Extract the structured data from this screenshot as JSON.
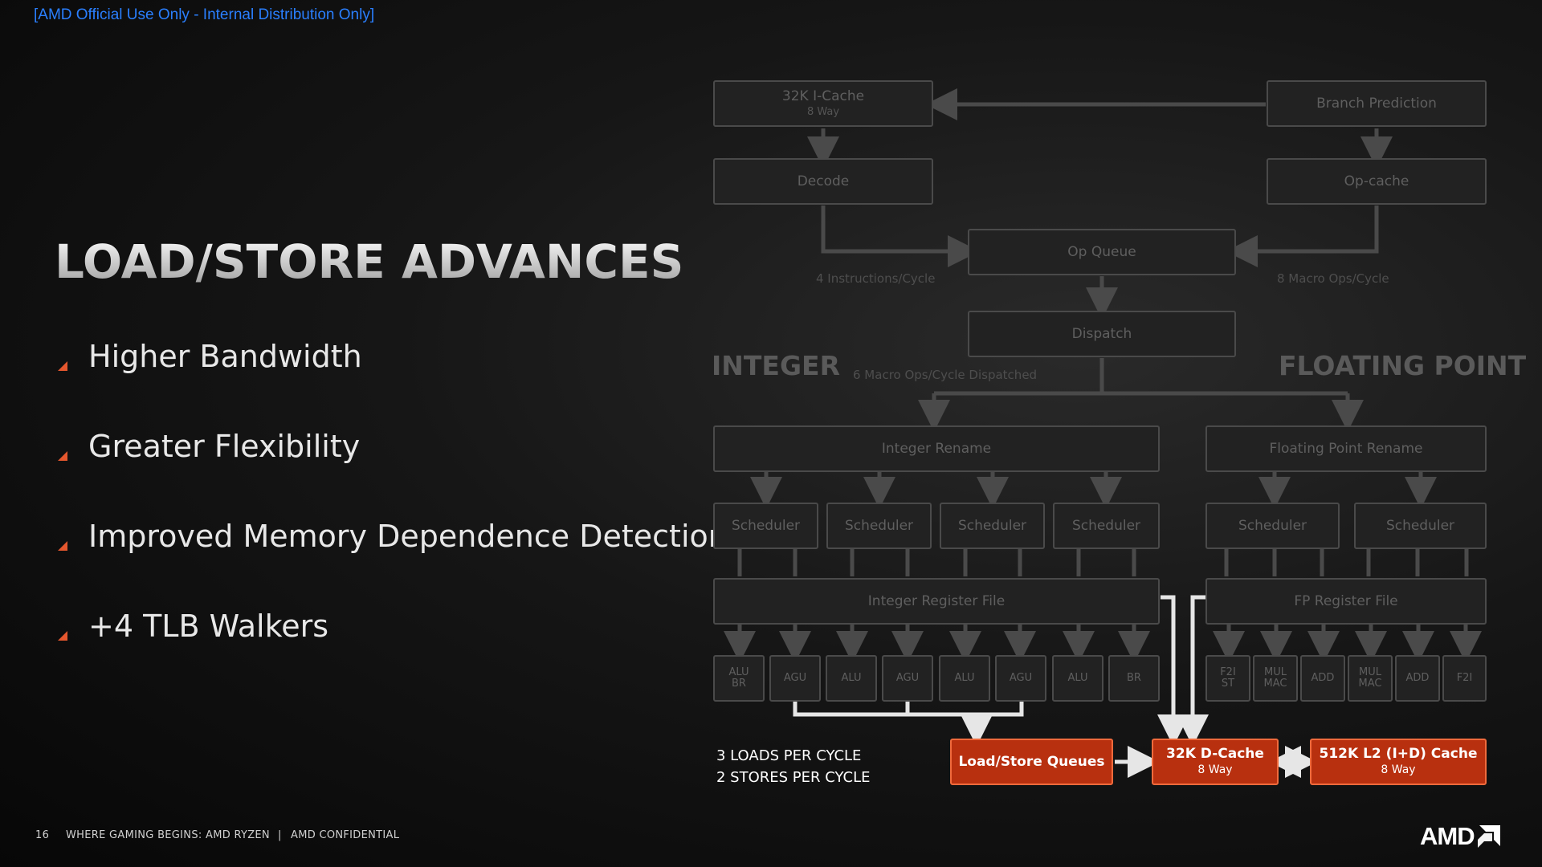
{
  "banner": "[AMD Official Use Only - Internal Distribution Only]",
  "title": "LOAD/STORE ADVANCES",
  "bullets": [
    "Higher Bandwidth",
    "Greater Flexibility",
    "Improved Memory Dependence Detection",
    "+4 TLB Walkers"
  ],
  "footer": {
    "page_number": "16",
    "tagline": "WHERE GAMING BEGINS:  AMD RYZEN",
    "separator": "|",
    "confidential": "AMD CONFIDENTIAL"
  },
  "logo": {
    "text": "AMD",
    "icon": "amd-arrow-icon"
  },
  "colors": {
    "accent": "#e4572e",
    "highlight_box": "#b8300f",
    "banner": "#2a7fff",
    "dim_box": "#222222"
  },
  "diagram": {
    "icache": {
      "label": "32K I-Cache",
      "sub": "8 Way"
    },
    "branch_prediction": "Branch Prediction",
    "decode": "Decode",
    "op_cache": "Op-cache",
    "op_queue": "Op Queue",
    "dispatch": "Dispatch",
    "label_4_instr": "4 Instructions/Cycle",
    "label_8_macro": "8 Macro Ops/Cycle",
    "label_6_macro": "6 Macro Ops/Cycle Dispatched",
    "integer_title": "INTEGER",
    "fp_title": "FLOATING POINT",
    "integer_rename": "Integer Rename",
    "fp_rename": "Floating Point Rename",
    "scheduler": "Scheduler",
    "integer_register_file": "Integer Register File",
    "fp_register_file": "FP Register File",
    "int_units": [
      {
        "l1": "ALU",
        "l2": "BR"
      },
      {
        "l1": "AGU",
        "l2": ""
      },
      {
        "l1": "ALU",
        "l2": ""
      },
      {
        "l1": "AGU",
        "l2": ""
      },
      {
        "l1": "ALU",
        "l2": ""
      },
      {
        "l1": "AGU",
        "l2": ""
      },
      {
        "l1": "ALU",
        "l2": ""
      },
      {
        "l1": "BR",
        "l2": ""
      }
    ],
    "fp_units": [
      {
        "l1": "F2I",
        "l2": "ST"
      },
      {
        "l1": "MUL",
        "l2": "MAC"
      },
      {
        "l1": "ADD",
        "l2": ""
      },
      {
        "l1": "MUL",
        "l2": "MAC"
      },
      {
        "l1": "ADD",
        "l2": ""
      },
      {
        "l1": "F2I",
        "l2": ""
      }
    ],
    "loads_per_cycle": "3 LOADS PER CYCLE",
    "stores_per_cycle": "2 STORES PER CYCLE",
    "load_store_queues": "Load/Store Queues",
    "dcache": {
      "label": "32K D-Cache",
      "sub": "8 Way"
    },
    "l2cache": {
      "label": "512K L2 (I+D) Cache",
      "sub": "8 Way"
    }
  }
}
